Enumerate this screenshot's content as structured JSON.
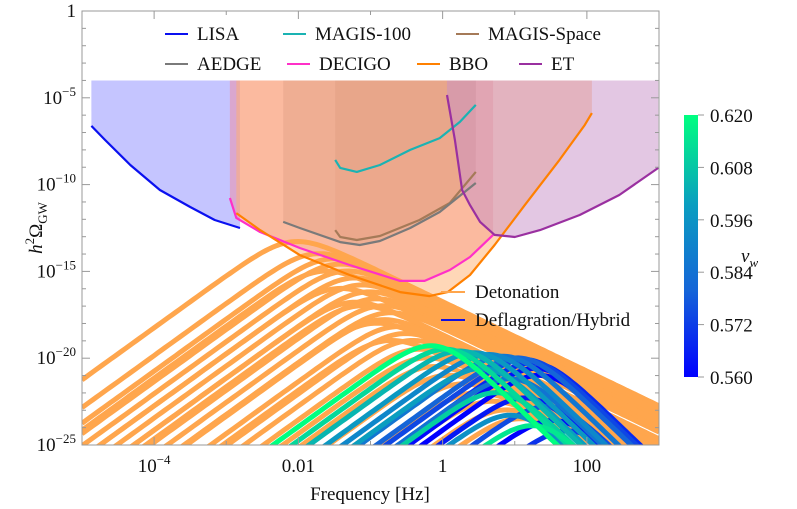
{
  "chart_data": {
    "type": "line",
    "xlabel": "Frequency [Hz]",
    "ylabel": {
      "base": "h",
      "sup": "2",
      "main": "Ω",
      "sub": "GW"
    },
    "x_scale": "log",
    "y_scale": "log",
    "xlim_log10": [
      -5,
      3
    ],
    "ylim_log10": [
      -25,
      0
    ],
    "x_ticks": [
      {
        "log": -4,
        "base": "10",
        "exp": "−4"
      },
      {
        "log": -2,
        "base": "0.01",
        "exp": ""
      },
      {
        "log": 0,
        "base": "1",
        "exp": ""
      },
      {
        "log": 2,
        "base": "100",
        "exp": ""
      }
    ],
    "y_ticks": [
      {
        "log": 0,
        "base": "1",
        "exp": ""
      },
      {
        "log": -5,
        "base": "10",
        "exp": "−5"
      },
      {
        "log": -10,
        "base": "10",
        "exp": "−10"
      },
      {
        "log": -15,
        "base": "10",
        "exp": "−15"
      },
      {
        "log": -20,
        "base": "10",
        "exp": "−20"
      },
      {
        "log": -25,
        "base": "10",
        "exp": "−25"
      }
    ],
    "sensitivity_region_top_log10": -4,
    "detectors": [
      {
        "name": "LISA",
        "color": "#0a10f0",
        "fill": "#8c8cff",
        "points": [
          [
            -4.87,
            -6.62
          ],
          [
            -4.68,
            -7.43
          ],
          [
            -4.33,
            -8.87
          ],
          [
            -3.92,
            -10.31
          ],
          [
            -3.5,
            -11.29
          ],
          [
            -3.16,
            -12.04
          ],
          [
            -2.81,
            -12.5
          ]
        ]
      },
      {
        "name": "MAGIS-100",
        "color": "#1ab3b3",
        "fill": "#7fd0c8",
        "points": [
          [
            -1.49,
            -8.58
          ],
          [
            -1.42,
            -9.04
          ],
          [
            -1.19,
            -9.27
          ],
          [
            -0.87,
            -8.87
          ],
          [
            -0.45,
            -8.0
          ],
          [
            -0.04,
            -7.32
          ],
          [
            0.24,
            -6.39
          ],
          [
            0.46,
            -5.41
          ]
        ]
      },
      {
        "name": "MAGIS-Space",
        "color": "#a57a58",
        "fill": "#c8a08a",
        "points": [
          [
            -1.49,
            -12.62
          ],
          [
            -1.42,
            -13.02
          ],
          [
            -1.19,
            -13.19
          ],
          [
            -0.87,
            -12.96
          ],
          [
            -0.32,
            -12.04
          ],
          [
            0.1,
            -11.06
          ],
          [
            0.46,
            -9.27
          ]
        ]
      },
      {
        "name": "AEDGE",
        "color": "#7a7a7a",
        "fill": "#a0a0a0",
        "points": [
          [
            -2.21,
            -12.15
          ],
          [
            -1.98,
            -12.5
          ],
          [
            -1.42,
            -13.31
          ],
          [
            -1.15,
            -13.48
          ],
          [
            -0.87,
            -13.25
          ],
          [
            -0.45,
            -12.5
          ],
          [
            -0.04,
            -11.58
          ],
          [
            0.46,
            -9.91
          ]
        ]
      },
      {
        "name": "DECIGO",
        "color": "#ff30c8",
        "fill": "#f08aa0",
        "points": [
          [
            -2.95,
            -10.77
          ],
          [
            -2.86,
            -11.92
          ],
          [
            -2.53,
            -12.73
          ],
          [
            -1.98,
            -13.65
          ],
          [
            -1.29,
            -14.63
          ],
          [
            -0.59,
            -15.55
          ],
          [
            -0.25,
            -15.55
          ],
          [
            0.1,
            -14.92
          ],
          [
            0.38,
            -14.17
          ],
          [
            0.7,
            -12.9
          ]
        ]
      },
      {
        "name": "BBO",
        "color": "#ff8000",
        "fill": "#ffb070",
        "points": [
          [
            -2.86,
            -11.64
          ],
          [
            -2.53,
            -12.62
          ],
          [
            -1.98,
            -14.06
          ],
          [
            -1.29,
            -15.21
          ],
          [
            -0.59,
            -16.19
          ],
          [
            -0.18,
            -16.42
          ],
          [
            0.07,
            -16.19
          ],
          [
            0.38,
            -15.21
          ],
          [
            0.72,
            -13.48
          ],
          [
            1.14,
            -11.18
          ],
          [
            1.62,
            -8.58
          ],
          [
            1.97,
            -6.57
          ],
          [
            2.07,
            -5.88
          ]
        ]
      },
      {
        "name": "ET",
        "color": "#9a30a0",
        "fill": "#c890c8",
        "points": [
          [
            0.06,
            -4.84
          ],
          [
            0.17,
            -7.43
          ],
          [
            0.27,
            -10.31
          ],
          [
            0.38,
            -11.18
          ],
          [
            0.52,
            -12.15
          ],
          [
            0.72,
            -12.9
          ],
          [
            1.0,
            -13.02
          ],
          [
            1.35,
            -12.62
          ],
          [
            1.9,
            -11.75
          ],
          [
            2.45,
            -10.6
          ],
          [
            2.99,
            -9.04
          ]
        ]
      }
    ],
    "spectra_legend": [
      {
        "name": "Detonation",
        "color": "#ffa64d"
      },
      {
        "name": "Deflagration/Hybrid",
        "color": "#1010e0"
      }
    ],
    "detonation_color": "#ffa64d",
    "detonation_spectra_log10_peak": [
      [
        -2.1,
        -13.3
      ],
      [
        -1.8,
        -14.0
      ],
      [
        -1.6,
        -14.3
      ],
      [
        -1.5,
        -14.6
      ],
      [
        -1.4,
        -15.0
      ],
      [
        -1.3,
        -15.4
      ],
      [
        -1.2,
        -15.8
      ],
      [
        -1.1,
        -16.2
      ],
      [
        -1.0,
        -16.6
      ],
      [
        -0.9,
        -17.0
      ],
      [
        -0.8,
        -17.4
      ],
      [
        -0.9,
        -17.8
      ],
      [
        -0.7,
        -18.2
      ],
      [
        -0.6,
        -18.6
      ],
      [
        -0.5,
        -19.0
      ],
      [
        -0.4,
        -19.5
      ],
      [
        -0.3,
        -20.0
      ],
      [
        -0.2,
        -20.5
      ],
      [
        0.0,
        -21.0
      ],
      [
        0.2,
        -21.5
      ],
      [
        0.4,
        -22.0
      ],
      [
        0.6,
        -22.5
      ],
      [
        -1.2,
        -17.0
      ],
      [
        -1.0,
        -18.0
      ],
      [
        -0.8,
        -19.0
      ],
      [
        -1.7,
        -15.0
      ],
      [
        -1.5,
        -16.0
      ],
      [
        -1.3,
        -16.8
      ],
      [
        0.8,
        -23.0
      ],
      [
        1.0,
        -23.5
      ]
    ],
    "deflagration_spectra": [
      {
        "vw": 0.62,
        "peak_log10": [
          -0.1,
          -19.3
        ]
      },
      {
        "vw": 0.612,
        "peak_log10": [
          0.1,
          -19.5
        ]
      },
      {
        "vw": 0.605,
        "peak_log10": [
          0.3,
          -19.6
        ]
      },
      {
        "vw": 0.598,
        "peak_log10": [
          0.5,
          -19.7
        ]
      },
      {
        "vw": 0.592,
        "peak_log10": [
          0.7,
          -19.8
        ]
      },
      {
        "vw": 0.586,
        "peak_log10": [
          0.9,
          -19.9
        ]
      },
      {
        "vw": 0.58,
        "peak_log10": [
          1.1,
          -20.0
        ]
      },
      {
        "vw": 0.574,
        "peak_log10": [
          1.2,
          -20.1
        ]
      },
      {
        "vw": 0.568,
        "peak_log10": [
          1.3,
          -20.3
        ]
      },
      {
        "vw": 0.562,
        "peak_log10": [
          1.35,
          -20.6
        ]
      },
      {
        "vw": 0.56,
        "peak_log10": [
          1.4,
          -21.0
        ]
      },
      {
        "vw": 0.6,
        "peak_log10": [
          0.6,
          -20.6
        ]
      },
      {
        "vw": 0.585,
        "peak_log10": [
          1.0,
          -21.2
        ]
      },
      {
        "vw": 0.61,
        "peak_log10": [
          0.8,
          -22.0
        ]
      },
      {
        "vw": 0.565,
        "peak_log10": [
          1.2,
          -22.3
        ]
      },
      {
        "vw": 0.575,
        "peak_log10": [
          1.5,
          -22.8
        ]
      },
      {
        "vw": 0.595,
        "peak_log10": [
          1.0,
          -23.3
        ]
      },
      {
        "vw": 0.56,
        "peak_log10": [
          1.6,
          -23.6
        ]
      },
      {
        "vw": 0.615,
        "peak_log10": [
          1.3,
          -23.9
        ]
      },
      {
        "vw": 0.57,
        "peak_log10": [
          1.8,
          -24.2
        ]
      }
    ],
    "colorbar": {
      "label": "v",
      "label_sub": "w",
      "range": [
        0.56,
        0.62
      ],
      "ticks": [
        "0.620",
        "0.608",
        "0.596",
        "0.584",
        "0.572",
        "0.560"
      ],
      "colors": [
        "#0000ff",
        "#1565d8",
        "#0a9ec0",
        "#00ff80"
      ]
    },
    "legend_placement": "top-center",
    "grid": false
  }
}
